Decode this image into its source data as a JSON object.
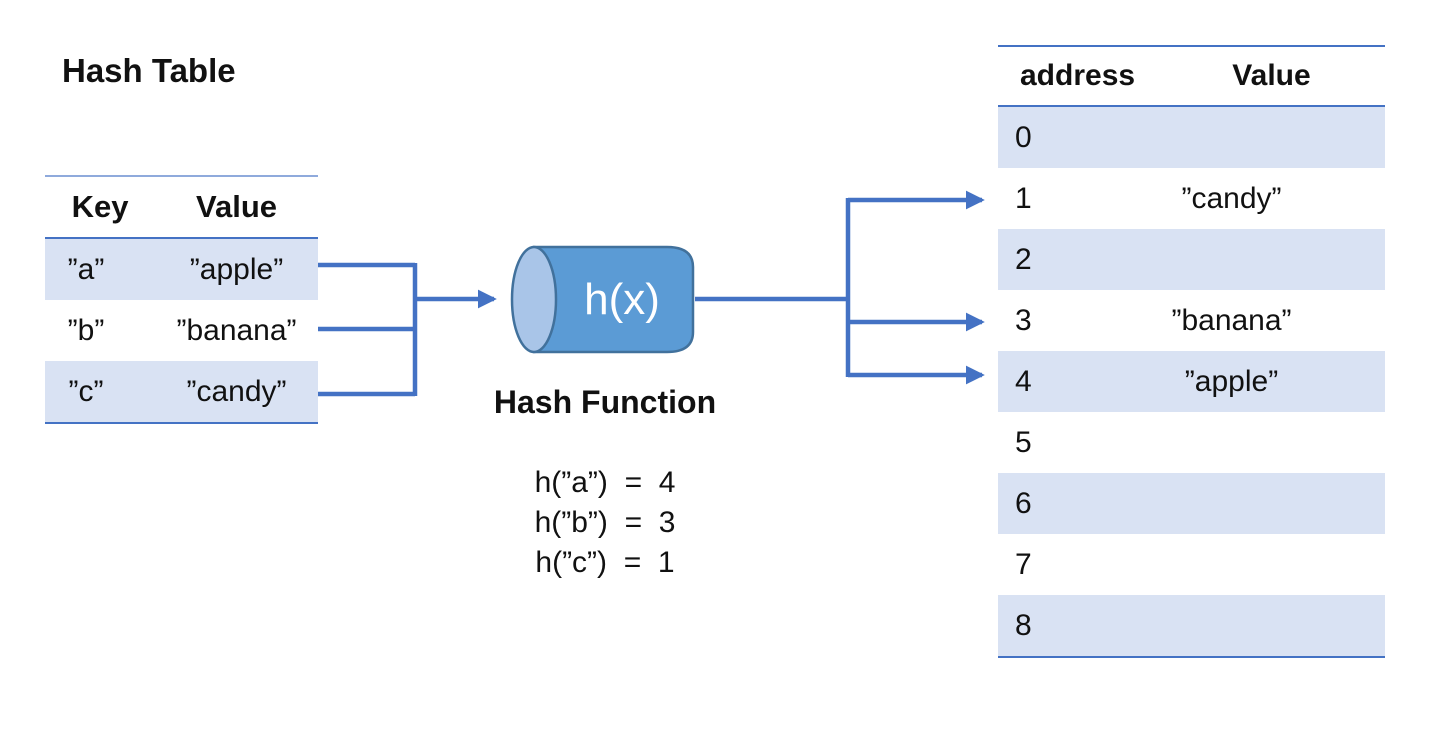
{
  "title": "Hash Table",
  "left_table": {
    "headers": {
      "key": "Key",
      "value": "Value"
    },
    "rows": [
      {
        "key": "”a”",
        "value": "”apple”"
      },
      {
        "key": "”b”",
        "value": "”banana”"
      },
      {
        "key": "”c”",
        "value": "”candy”"
      }
    ]
  },
  "hash_function": {
    "cylinder_label": "h(x)",
    "caption": "Hash Function",
    "formulas": [
      "h(”a”)  =  4",
      "h(”b”)  =  3",
      "h(”c”)  =  1"
    ]
  },
  "right_table": {
    "headers": {
      "address": "address",
      "value": "Value"
    },
    "rows": [
      {
        "address": "0",
        "value": ""
      },
      {
        "address": "1",
        "value": "”candy”"
      },
      {
        "address": "2",
        "value": ""
      },
      {
        "address": "3",
        "value": "”banana”"
      },
      {
        "address": "4",
        "value": "”apple”"
      },
      {
        "address": "5",
        "value": ""
      },
      {
        "address": "6",
        "value": ""
      },
      {
        "address": "7",
        "value": ""
      },
      {
        "address": "8",
        "value": ""
      }
    ]
  },
  "colors": {
    "accent": "#4472C4",
    "row_band": "#D9E2F3",
    "table_line_light": "#8FAADC",
    "cylinder_body": "#5B9BD5",
    "cylinder_border": "#41719C",
    "cylinder_cap": "#A9C5E8",
    "cylinder_text": "#FFFFFF",
    "ink": "#111111"
  }
}
